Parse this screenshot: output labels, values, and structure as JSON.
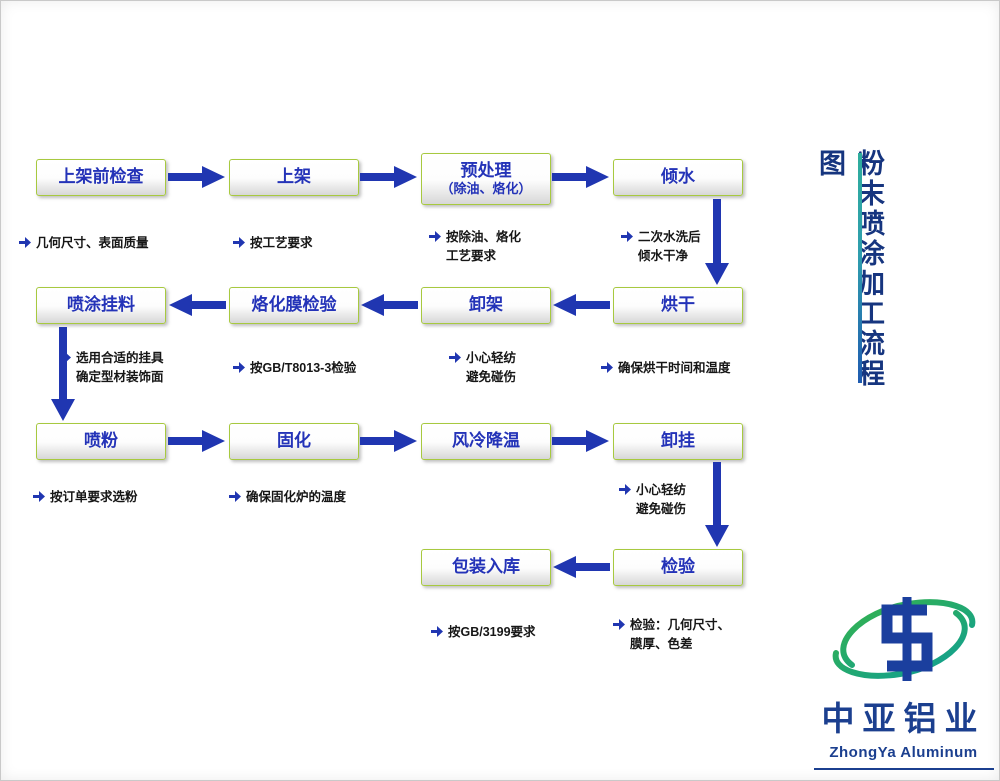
{
  "title": {
    "text": "粉末喷涂加工流程图"
  },
  "boxes": {
    "check_before": "上架前检查",
    "rack_up": "上架",
    "pretreat_main": "预处理",
    "pretreat_sub": "（除油、烙化）",
    "pour_water": "倾水",
    "dry": "烘干",
    "unrack": "卸架",
    "film_inspect": "烙化膜检验",
    "hang": "喷涂挂料",
    "powder": "喷粉",
    "cure": "固化",
    "air_cool": "风冷降温",
    "unhang": "卸挂",
    "inspect": "检验",
    "pack": "包装入库"
  },
  "notes": {
    "check_before": "几何尺寸、表面质量",
    "rack_up": "按工艺要求",
    "pretreat": "按除油、烙化\n工艺要求",
    "pour_water": "二次水洗后\n倾水干净",
    "hang": "选用合适的挂具\n确定型材装饰面",
    "film_inspect": "按GB/T8013-3检验",
    "unrack": "小心轻纺\n避免碰伤",
    "dry": "确保烘干时间和温度",
    "powder": "按订单要求选粉",
    "cure": "确保固化炉的温度",
    "unhang": "小心轻纺\n避免碰伤",
    "pack": "按GB/3199要求",
    "inspect": "检验：几何尺寸、\n膜厚、色差"
  },
  "logo": {
    "cn": "中亚铝业",
    "en": "ZhongYa Aluminum"
  },
  "colors": {
    "box_text": "#2433b8",
    "box_border": "#a7c93f",
    "arrow_blue": "#2036b1",
    "title_blue": "#16357f",
    "logo_blue": "#1b3f8f",
    "accent_teal": "#2fae9d"
  }
}
